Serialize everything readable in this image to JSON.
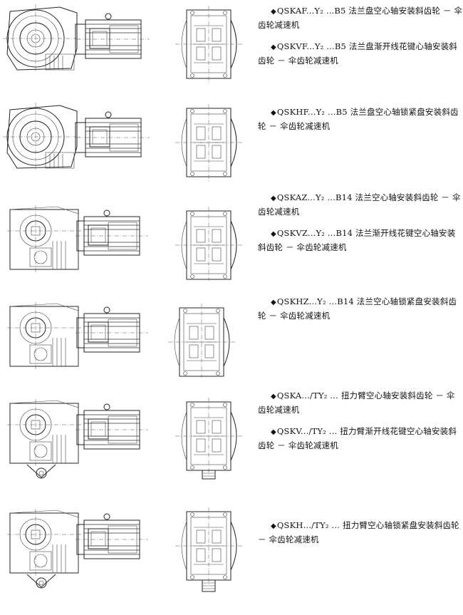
{
  "groups": [
    {
      "id": "1",
      "items": [
        {
          "text": "QSKAF...Y₂ ...B5 法兰盘空心轴安装斜齿轮 － 伞齿轮减速机"
        },
        {
          "text": "QSKVF...Y₂ ...B5 法兰盘渐开线花键心轴安装斜齿轮 － 伞齿轮减速机"
        }
      ]
    },
    {
      "id": "2",
      "items": [
        {
          "text": "QSKHF...Y₂ ...B5 法兰盘空心轴锁紧盘安装斜齿轮 － 伞齿轮减速机"
        }
      ]
    },
    {
      "id": "3",
      "items": [
        {
          "text": "QSKAZ...Y₂ ...B14 法兰空心轴安装斜齿轮 － 伞齿轮减速机"
        },
        {
          "text": "QSKVZ...Y₂ ...B14 法兰渐开线花键空心轴安装斜齿轮 － 伞齿轮减速机"
        }
      ]
    },
    {
      "id": "4",
      "items": [
        {
          "text": "QSKHZ...Y₂ ...B14 法兰空心轴锁紧盘安装斜齿轮 － 伞齿轮减速机"
        }
      ]
    },
    {
      "id": "5",
      "items": [
        {
          "text": "QSKA.../TY₂ ... 扭力臂空心轴安装斜齿轮 － 伞齿轮减速机"
        },
        {
          "text": "QSKV.../TY₂ ... 扭力臂渐开线花键空心轴安装斜齿轮 － 伞齿轮减速机"
        }
      ]
    },
    {
      "id": "6",
      "items": [
        {
          "text": "QSKH.../TY₂ ... 扭力臂空心轴锁紧盘安装斜齿轮 － 伞齿轮减速机"
        }
      ]
    }
  ],
  "bullet_glyph": "◆"
}
